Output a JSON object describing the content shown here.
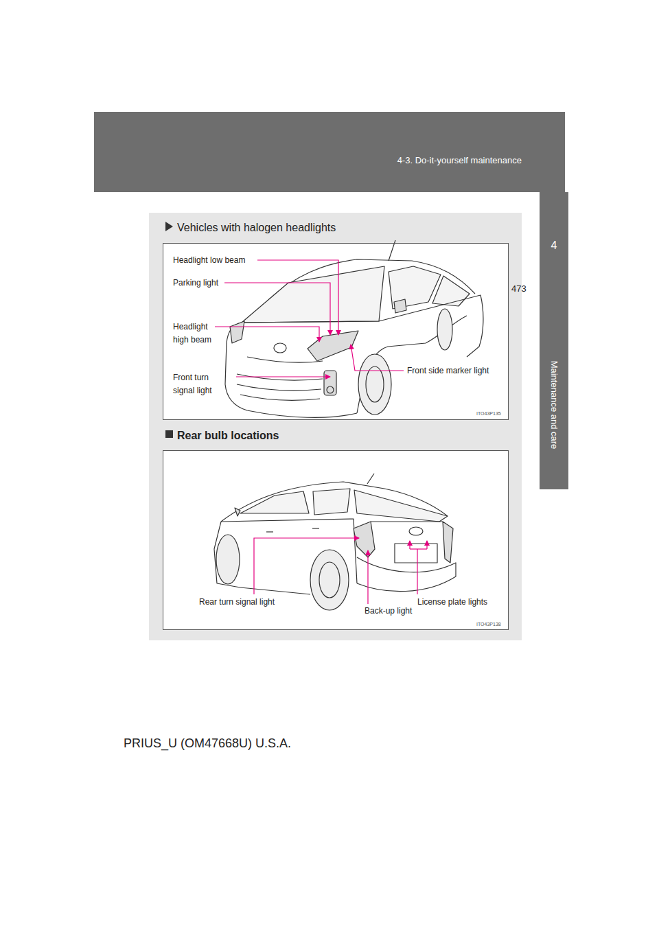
{
  "diagram": {
    "nodes": [
      {
        "text": [
          "Vehicles with halogen headlights",
          "Rear bulb locations"
        ]
      },
      {
        "text": [
          "Headlight low beam",
          "Parking light",
          "Headlight high beam",
          "Front turn signal light",
          "Front side marker light",
          "ITO43P135"
        ],
        "in": 0
      },
      {
        "text": [
          "Rear turn signal light",
          "Back-up light",
          "License plate lights",
          "ITO43P138"
        ],
        "in": 0
      }
    ],
    "labels": [
      "4-3. Do-it-yourself maintenance",
      "4",
      "Maintenance and care",
      "473",
      "PRIUS_U (OM47668U) U.S.A."
    ]
  }
}
